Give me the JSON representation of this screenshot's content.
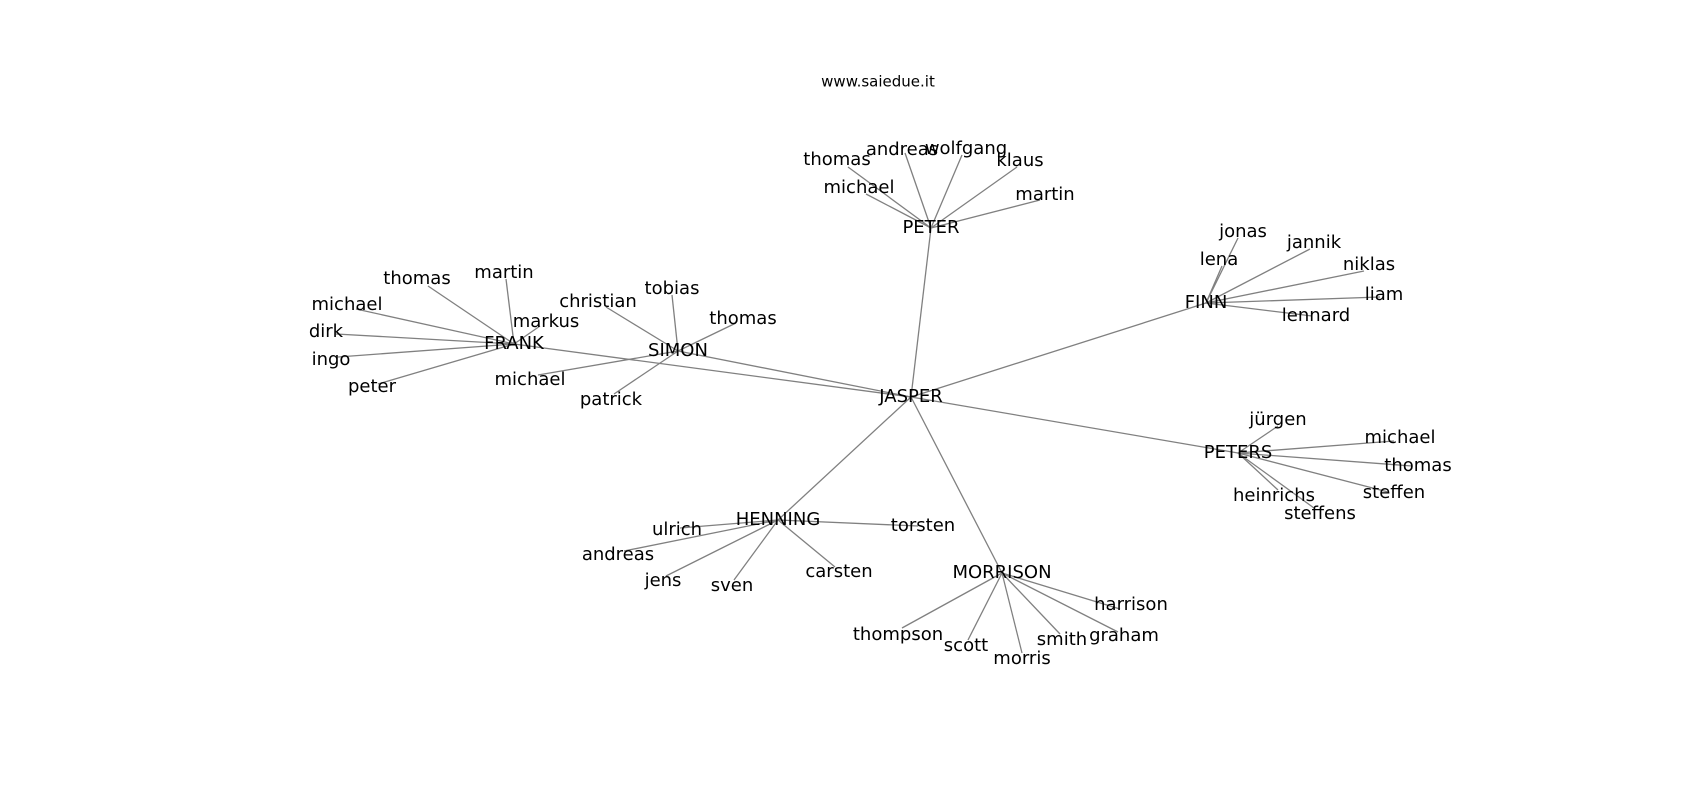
{
  "watermark": "www.saiedue.it",
  "graph": {
    "root": "JASPER",
    "hubs": [
      "PETER",
      "FINN",
      "PETERS",
      "MORRISON",
      "HENNING",
      "FRANK",
      "SIMON"
    ],
    "nodes": [
      "JASPER",
      "PETER",
      "FINN",
      "PETERS",
      "MORRISON",
      "HENNING",
      "FRANK",
      "SIMON",
      "thomas",
      "andreas",
      "wolfgang",
      "klaus",
      "michael",
      "martin",
      "jonas",
      "jannik",
      "lena",
      "niklas",
      "liam",
      "lennard",
      "jürgen",
      "michael",
      "thomas",
      "steffen",
      "heinrichs",
      "steffens",
      "harrison",
      "graham",
      "smith",
      "morris",
      "scott",
      "thompson",
      "ulrich",
      "andreas",
      "jens",
      "sven",
      "carsten",
      "torsten",
      "thomas",
      "martin",
      "michael",
      "markus",
      "dirk",
      "ingo",
      "peter",
      "christian",
      "tobias",
      "thomas",
      "michael",
      "patrick"
    ],
    "edges": [
      [
        0,
        1
      ],
      [
        0,
        2
      ],
      [
        0,
        3
      ],
      [
        0,
        4
      ],
      [
        0,
        5
      ],
      [
        0,
        6
      ],
      [
        0,
        7
      ],
      [
        1,
        8
      ],
      [
        1,
        9
      ],
      [
        1,
        10
      ],
      [
        1,
        11
      ],
      [
        1,
        12
      ],
      [
        1,
        13
      ],
      [
        2,
        14
      ],
      [
        2,
        15
      ],
      [
        2,
        16
      ],
      [
        2,
        17
      ],
      [
        2,
        18
      ],
      [
        2,
        19
      ],
      [
        3,
        20
      ],
      [
        3,
        21
      ],
      [
        3,
        22
      ],
      [
        3,
        23
      ],
      [
        3,
        24
      ],
      [
        3,
        25
      ],
      [
        4,
        26
      ],
      [
        4,
        27
      ],
      [
        4,
        28
      ],
      [
        4,
        29
      ],
      [
        4,
        30
      ],
      [
        4,
        31
      ],
      [
        5,
        32
      ],
      [
        5,
        33
      ],
      [
        5,
        34
      ],
      [
        5,
        35
      ],
      [
        5,
        36
      ],
      [
        5,
        37
      ],
      [
        6,
        38
      ],
      [
        6,
        39
      ],
      [
        6,
        40
      ],
      [
        6,
        41
      ],
      [
        6,
        42
      ],
      [
        6,
        43
      ],
      [
        6,
        44
      ],
      [
        7,
        45
      ],
      [
        7,
        46
      ],
      [
        7,
        47
      ],
      [
        7,
        48
      ],
      [
        7,
        49
      ]
    ]
  }
}
